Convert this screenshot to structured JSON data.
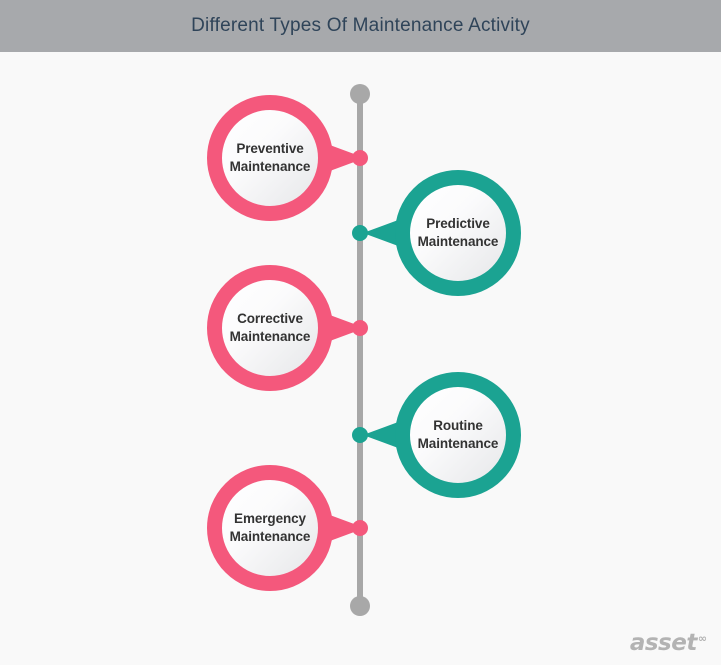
{
  "header": {
    "title": "Different Types Of Maintenance Activity",
    "background_color": "#a7a9ac",
    "title_color": "#2f4459"
  },
  "page": {
    "background_color": "#f9f9f9"
  },
  "timeline": {
    "line_color": "#a8a8a8",
    "cap_top_name": "timeline-cap-top",
    "cap_bottom_name": "timeline-cap-bottom"
  },
  "colors": {
    "pink": "#f4587c",
    "teal": "#1ba392",
    "label_text": "#333333"
  },
  "chart_data": {
    "type": "diagram",
    "title": "Different Types Of Maintenance Activity",
    "layout": "vertical-timeline-alternating",
    "nodes": [
      {
        "label": "Preventive\nMaintenance",
        "side": "left",
        "color": "#f4587c",
        "order": 1
      },
      {
        "label": "Predictive\nMaintenance",
        "side": "right",
        "color": "#1ba392",
        "order": 2
      },
      {
        "label": "Corrective\nMaintenance",
        "side": "left",
        "color": "#f4587c",
        "order": 3
      },
      {
        "label": "Routine\nMaintenance",
        "side": "right",
        "color": "#1ba392",
        "order": 4
      },
      {
        "label": "Emergency\nMaintenance",
        "side": "left",
        "color": "#f4587c",
        "order": 5
      }
    ]
  },
  "logo": {
    "word": "asset",
    "mark": "∞"
  }
}
